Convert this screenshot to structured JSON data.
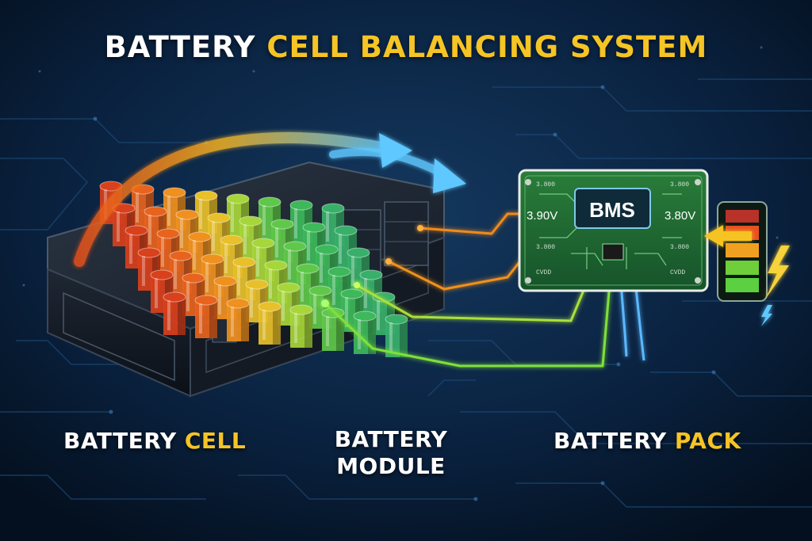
{
  "title": {
    "part1": "BATTERY ",
    "part2": "CELL BALANCING SYSTEM"
  },
  "labels": {
    "cell": {
      "part1": "BATTERY ",
      "part2": "CELL"
    },
    "module": {
      "line1": "BATTERY",
      "line2": "MODULE"
    },
    "pack": {
      "part1": "BATTERY ",
      "part2": "PACK"
    }
  },
  "bms": {
    "label": "BMS",
    "voltage_left": "3.90V",
    "voltage_right": "3.80V",
    "tiny_top_left": "3.800",
    "tiny_top_right": "3.800",
    "tiny_mid_left": "3.800",
    "tiny_mid_right": "3.800",
    "tiny_bot_left": "CVDD",
    "tiny_bot_right": "CVDD"
  },
  "colors": {
    "background": "#061528",
    "title_highlight": "#f5c425",
    "bms_board": "#1f6b2e",
    "arrow": "#6fd3f5",
    "orange": "#f08a1f",
    "green": "#7fe03a",
    "blue": "#5ab8ff"
  },
  "icons": [
    "battery-level-icon",
    "lightning-bolt-icon",
    "charge-arrow-icon"
  ]
}
